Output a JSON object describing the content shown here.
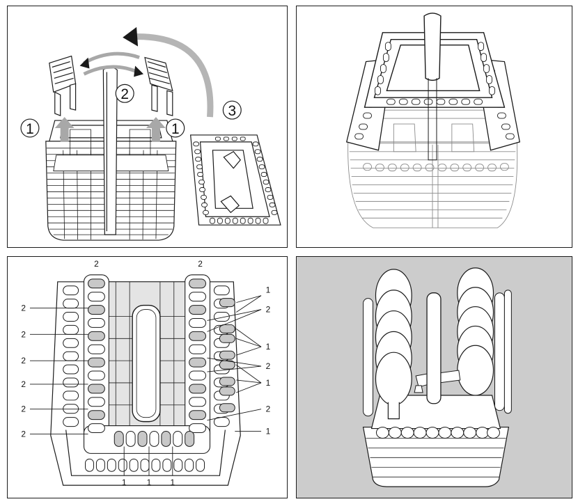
{
  "panels": {
    "p1": {
      "step_lift": "1",
      "step_swap": "2",
      "step_insert": "3"
    },
    "p3": {
      "label_spoon_slot": "2",
      "label_fork_slot": "1"
    }
  },
  "colors": {
    "outline": "#1a1a1a",
    "arrow_gray": "#a8a8a8",
    "slot_fill": "#c8c8c8",
    "photo_bg": "#cccccc"
  }
}
